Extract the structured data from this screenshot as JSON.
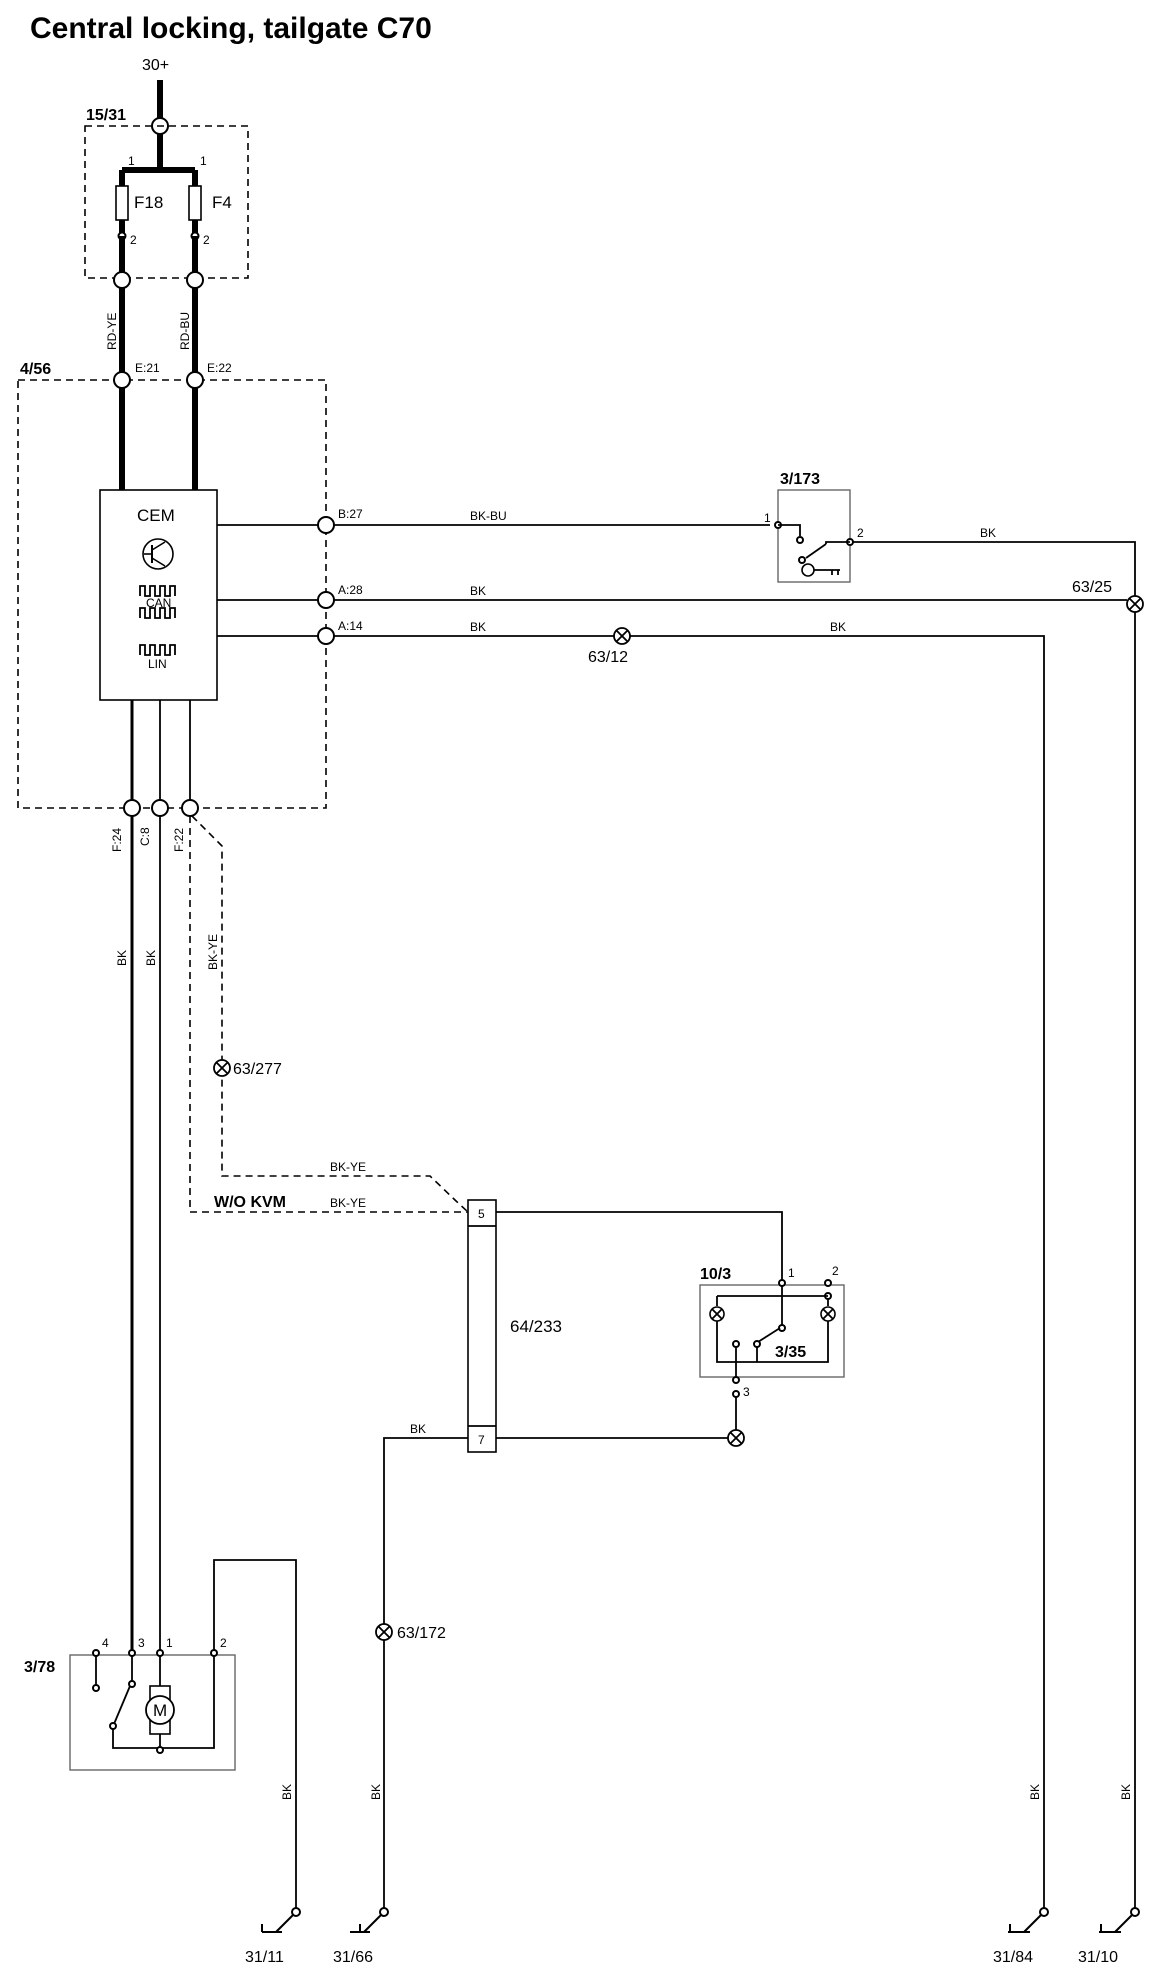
{
  "title": "Central locking, tailgate C70",
  "supply": "30+",
  "components": {
    "fuse_box": "15/31",
    "fuse_a": "F18",
    "fuse_b": "F4",
    "cem_module": "4/56",
    "cem": "CEM",
    "can": "CAN",
    "lin": "LIN",
    "key_switch": "3/173",
    "connector_block": "64/233",
    "switch_unit": "10/3",
    "lamp_switch": "3/35",
    "lock_motor": "3/78",
    "motor": "M"
  },
  "pins": {
    "fuse_in_a": "1",
    "fuse_in_b": "1",
    "fuse_out_a": "2",
    "fuse_out_b": "2",
    "cem_e21": "E:21",
    "cem_e22": "E:22",
    "cem_b27": "B:27",
    "cem_a28": "A:28",
    "cem_a14": "A:14",
    "cem_f24": "F:24",
    "cem_c8": "C:8",
    "cem_f22": "F:22",
    "key_1": "1",
    "key_2": "2",
    "conn_5": "5",
    "conn_7": "7",
    "sw_1": "1",
    "sw_2": "2",
    "sw_3": "3",
    "motor_4": "4",
    "motor_3": "3",
    "motor_1": "1",
    "motor_2": "2"
  },
  "wires": {
    "rd_ye": "RD-YE",
    "rd_bu": "RD-BU",
    "bk_bu": "BK-BU",
    "bk_key_out": "BK",
    "bk_a28": "BK",
    "bk_a14_left": "BK",
    "bk_a14_right": "BK",
    "bk_f24": "BK",
    "bk_c8": "BK",
    "bk_ye_f22": "BK-YE",
    "bk_ye_dashed": "BK-YE",
    "bk_ye_wo_kvm": "BK-YE",
    "wo_kvm": "W/O KVM",
    "bk_pin7": "BK",
    "bk_gnd_11": "BK",
    "bk_gnd_66": "BK",
    "bk_gnd_84": "BK",
    "bk_gnd_10": "BK"
  },
  "splices": {
    "s_63_25": "63/25",
    "s_63_12": "63/12",
    "s_63_277": "63/277",
    "s_63_172": "63/172"
  },
  "grounds": {
    "g_31_11": "31/11",
    "g_31_66": "31/66",
    "g_31_84": "31/84",
    "g_31_10": "31/10"
  }
}
